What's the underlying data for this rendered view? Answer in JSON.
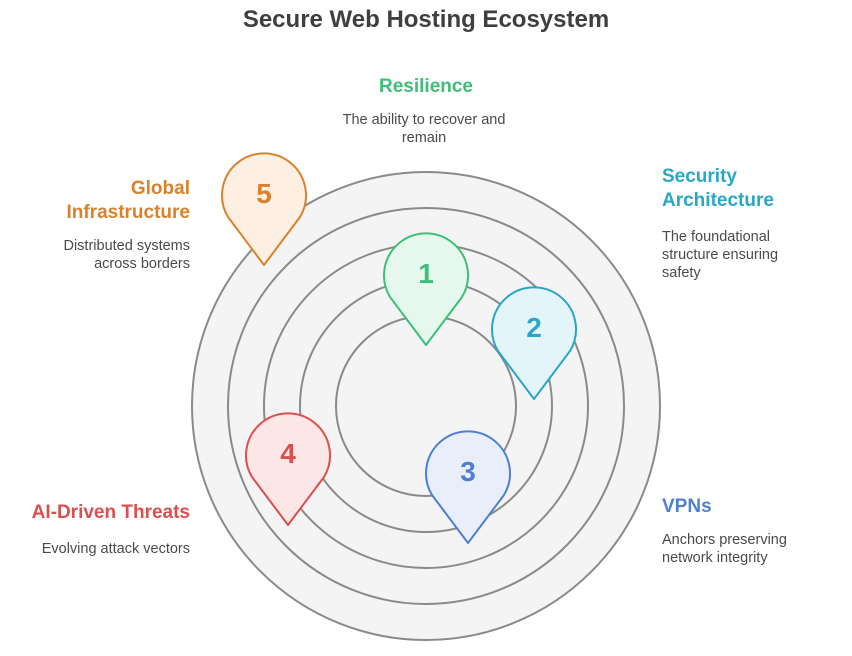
{
  "title": "Secure Web Hosting Ecosystem",
  "colors": {
    "resilience": "#3dbf7a",
    "security": "#2aa6c6",
    "vpns": "#4f7fd0",
    "threats": "#d9504f",
    "global": "#d9822b",
    "ring_fill": "#f4f4f4",
    "ring_stroke": "#8a8a8a"
  },
  "items": [
    {
      "number": "1",
      "label": "Resilience",
      "description": "The ability to recover and remain"
    },
    {
      "number": "2",
      "label": "Security Architecture",
      "description": "The foundational structure ensuring safety"
    },
    {
      "number": "3",
      "label": "VPNs",
      "description": "Anchors preserving network integrity"
    },
    {
      "number": "4",
      "label": "AI-Driven Threats",
      "description": "Evolving attack vectors"
    },
    {
      "number": "5",
      "label": "Global Infrastructure",
      "description": "Distributed systems across borders"
    }
  ]
}
